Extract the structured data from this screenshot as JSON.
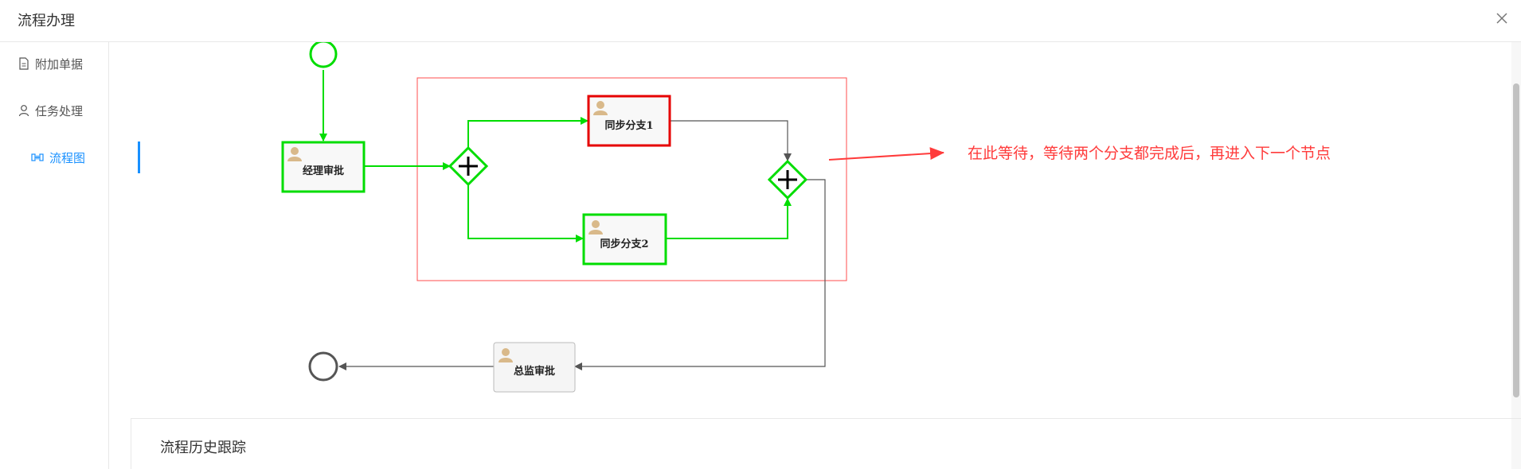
{
  "header": {
    "title": "流程办理"
  },
  "sidebar": {
    "items": [
      {
        "label": "附加单据",
        "icon": "document-icon"
      },
      {
        "label": "任务处理",
        "icon": "user-icon"
      },
      {
        "label": "流程图",
        "icon": "flow-icon",
        "active": true
      }
    ]
  },
  "diagram": {
    "tasks": {
      "manager": "经理审批",
      "branch1": "同步分支1",
      "branch2": "同步分支2",
      "director": "总监审批"
    },
    "annotation": "在此等待，等待两个分支都完成后，再进入下一个节点"
  },
  "history": {
    "title": "流程历史跟踪"
  },
  "colors": {
    "completed": "#00ff00",
    "current": "#ff0000",
    "pending": "#666666",
    "accent": "#1890ff",
    "annotation": "#ff3b3b"
  }
}
